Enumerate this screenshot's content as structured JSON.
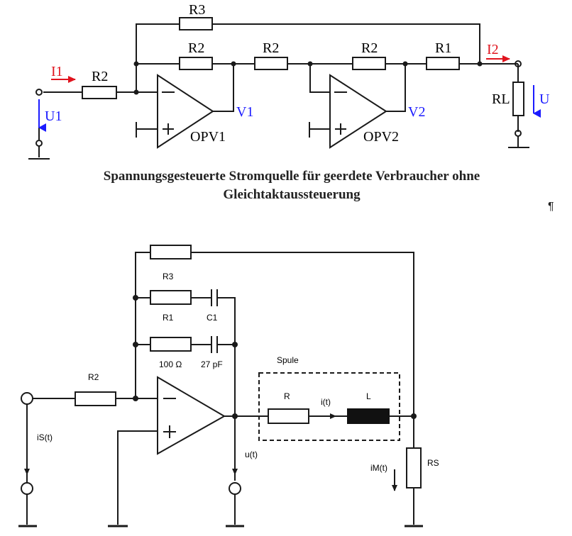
{
  "top": {
    "labels": {
      "r3": "R3",
      "r2_a": "R2",
      "r2_b": "R2",
      "r2_c": "R2",
      "r1": "R1",
      "r2_in": "R2",
      "i1": "I1",
      "i2": "I2",
      "u1": "U1",
      "rl": "RL",
      "u_cut": "U",
      "v1": "V1",
      "v2": "V2",
      "opv1": "OPV1",
      "opv2": "OPV2"
    },
    "caption_line1": "Spannungsgesteuerte Stromquelle für geerdete Verbraucher ohne",
    "caption_line2": "Gleichtaktaussteuerung",
    "pilcrow": "¶"
  },
  "bottom": {
    "labels": {
      "r3": "R3",
      "r1": "R1",
      "c1": "C1",
      "r100": "100 Ω",
      "c27": "27 pF",
      "r2": "R2",
      "spule": "Spule",
      "r": "R",
      "it": "i(t)",
      "l": "L",
      "is": "iS(t)",
      "ut": "u(t)",
      "im": "iM(t)",
      "rs": "RS"
    }
  },
  "colors": {
    "wire": "#1a1a1a",
    "label_blue": "#1b1bff",
    "arrow_red": "#e0141e",
    "arrow_blue": "#1b1bff"
  }
}
